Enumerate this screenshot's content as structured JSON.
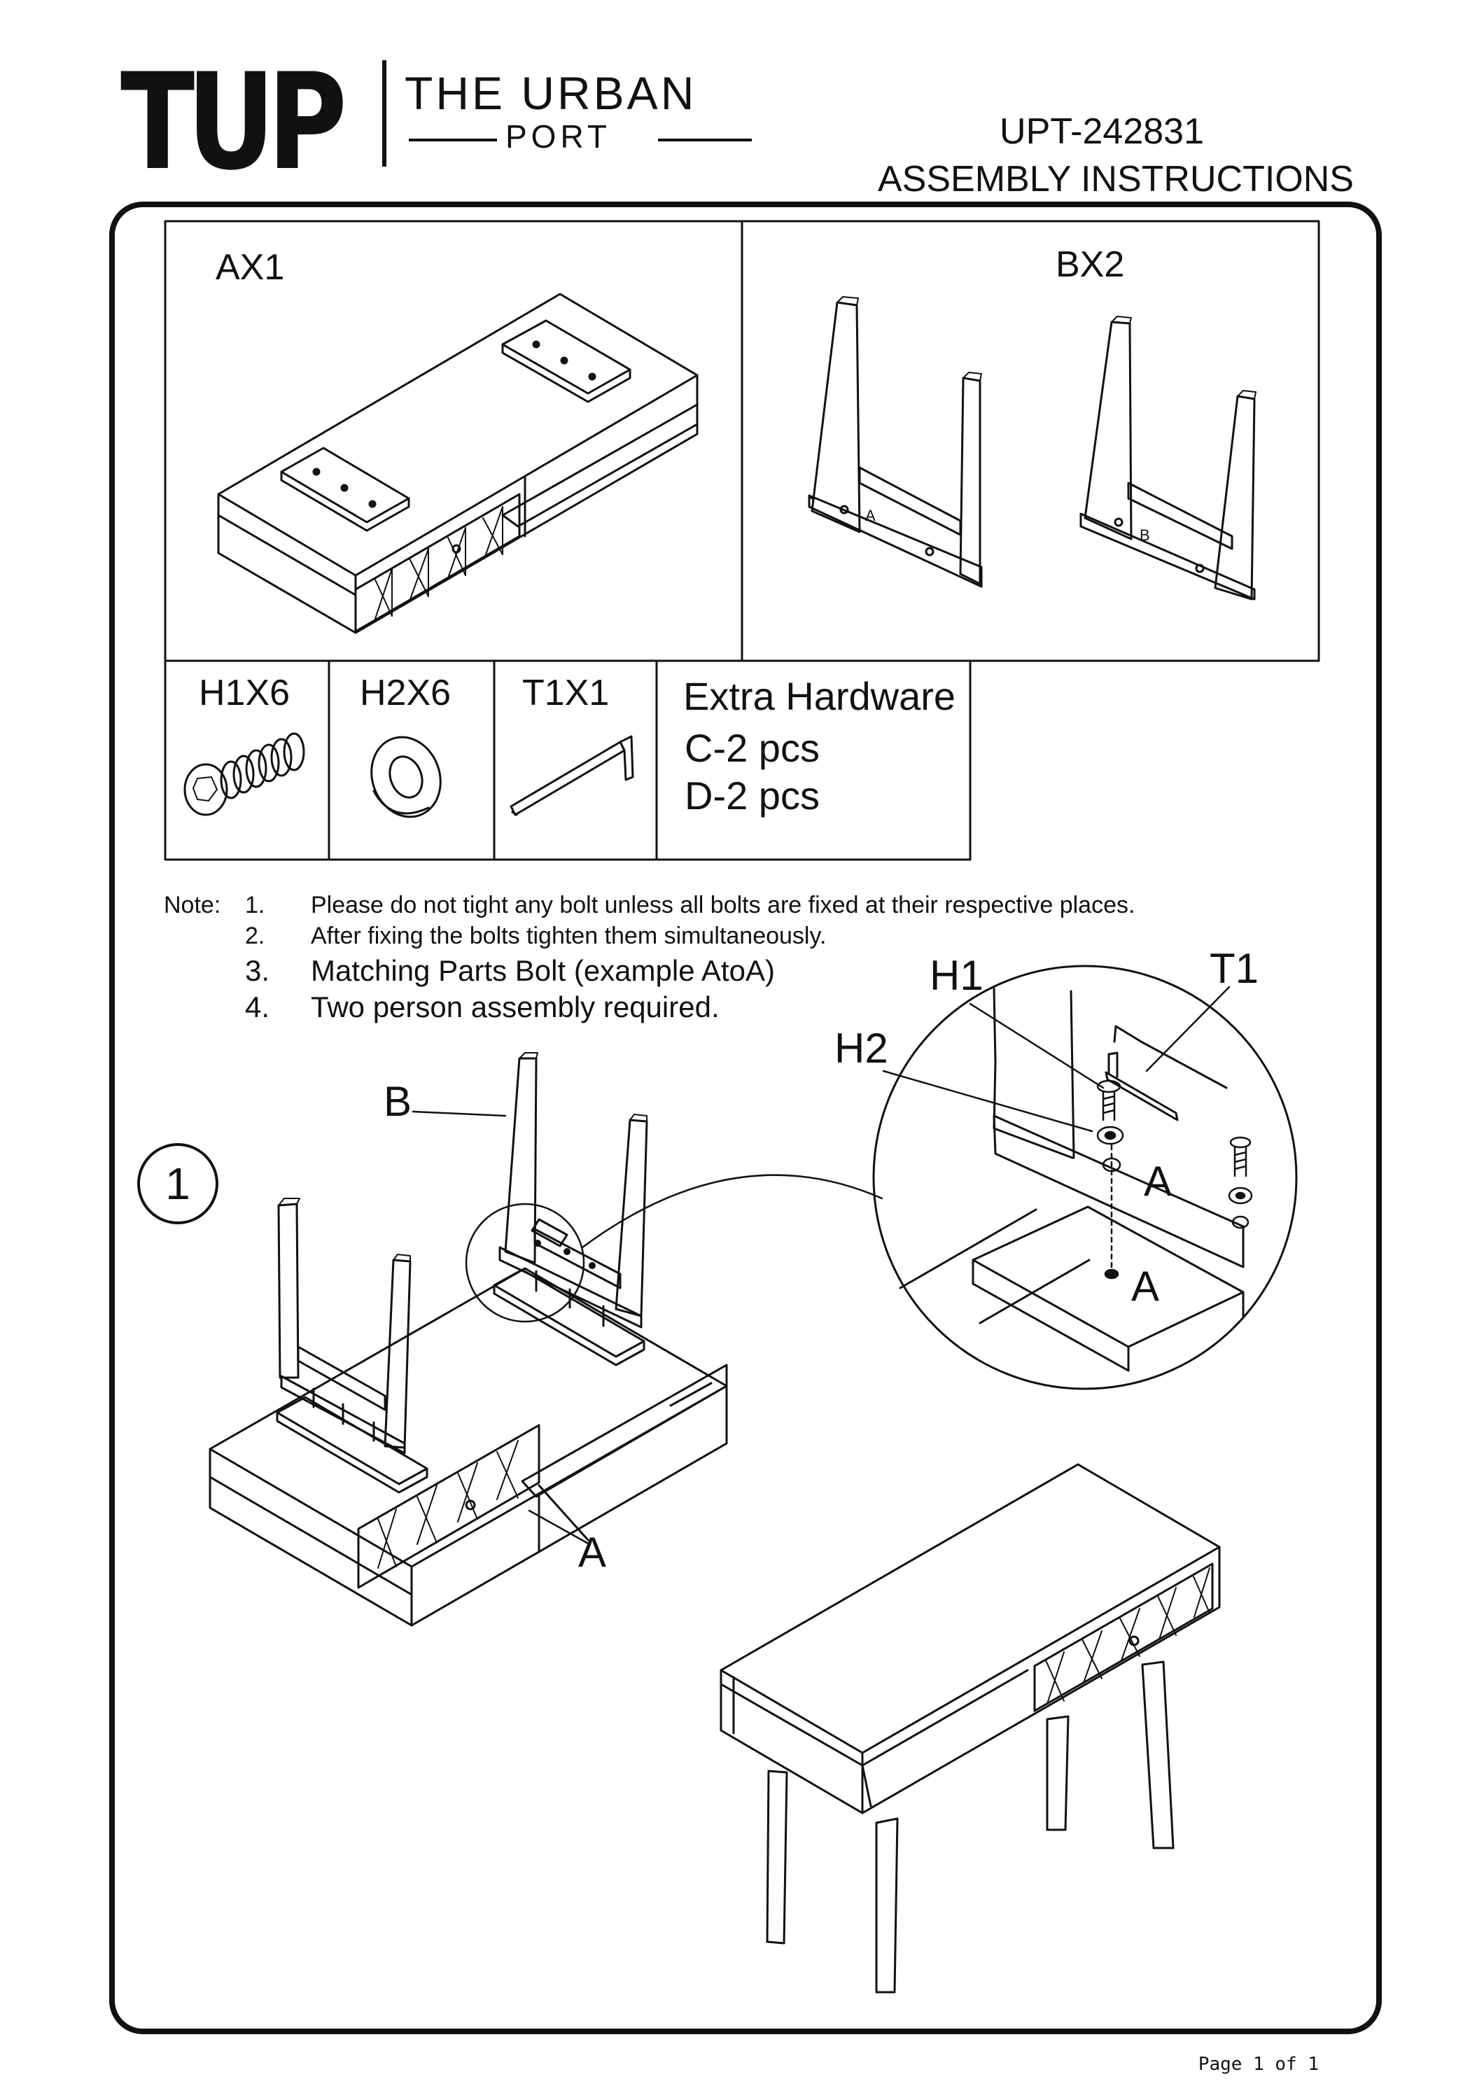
{
  "header": {
    "logo_mark": "TUP",
    "logo_name": "THE URBAN",
    "logo_sub": "PORT",
    "product_code": "UPT-242831",
    "doc_title": "ASSEMBLY INSTRUCTIONS"
  },
  "parts": {
    "ax1": "AX1",
    "bx2": "BX2",
    "h1x6": "H1X6",
    "h2x6": "H2X6",
    "t1x1": "T1X1",
    "extra_title": "Extra Hardware",
    "extra_c": "C-2 pcs",
    "extra_d": "D-2 pcs",
    "leg_mark_a": "A",
    "leg_mark_b": "B"
  },
  "notes": {
    "label": "Note:",
    "items": [
      {
        "num": "1.",
        "text": "Please do not tight any bolt unless all bolts are fixed at their respective places."
      },
      {
        "num": "2.",
        "text": "After fixing the bolts tighten them simultaneously."
      },
      {
        "num": "3.",
        "text": "Matching Parts Bolt (example AtoA)"
      },
      {
        "num": "4.",
        "text": "Two person assembly required."
      }
    ]
  },
  "step1": {
    "number": "1",
    "label_b": "B",
    "label_a": "A",
    "zoom_h1": "H1",
    "zoom_t1": "T1",
    "zoom_h2": "H2",
    "zoom_a_upper": "A",
    "zoom_a_lower": "A"
  },
  "footer": {
    "page": "Page 1 of 1"
  }
}
